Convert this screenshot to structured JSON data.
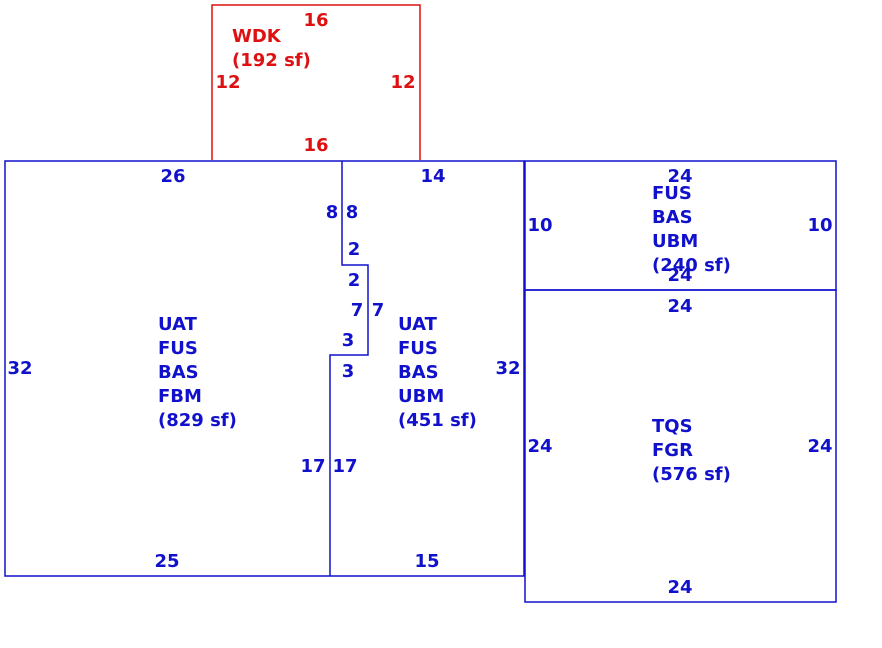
{
  "colors": {
    "deck": "#dd1111",
    "main": "#1111cc"
  },
  "areas": {
    "wdk": {
      "lines": [
        "WDK",
        "(192 sf)"
      ],
      "dims": {
        "top": "16",
        "bottom": "16",
        "left": "12",
        "right": "12"
      }
    },
    "left_main": {
      "lines": [
        "UAT",
        "FUS",
        "BAS",
        "FBM",
        "(829 sf)"
      ],
      "dims": {
        "top": "26",
        "left": "32",
        "bottom": "25",
        "notch_top": "8",
        "notch_step": "2",
        "notch_mid": "7",
        "notch_lower_step": "3",
        "notch_low": "17"
      }
    },
    "center_main": {
      "lines": [
        "UAT",
        "FUS",
        "BAS",
        "UBM",
        "(451 sf)"
      ],
      "dims": {
        "top": "14",
        "right": "32",
        "bottom": "15",
        "notch_top": "8",
        "notch_step": "2",
        "notch_mid": "7",
        "notch_lower_step": "3",
        "notch_low": "17"
      }
    },
    "upper_right": {
      "lines": [
        "FUS",
        "BAS",
        "UBM",
        "(240 sf)"
      ],
      "dims": {
        "top": "24",
        "bottom": "24",
        "left": "10",
        "right": "10"
      }
    },
    "lower_right": {
      "lines": [
        "TQS",
        "FGR",
        "(576 sf)"
      ],
      "dims": {
        "top": "24",
        "bottom": "24",
        "left": "24",
        "right": "24"
      }
    }
  }
}
